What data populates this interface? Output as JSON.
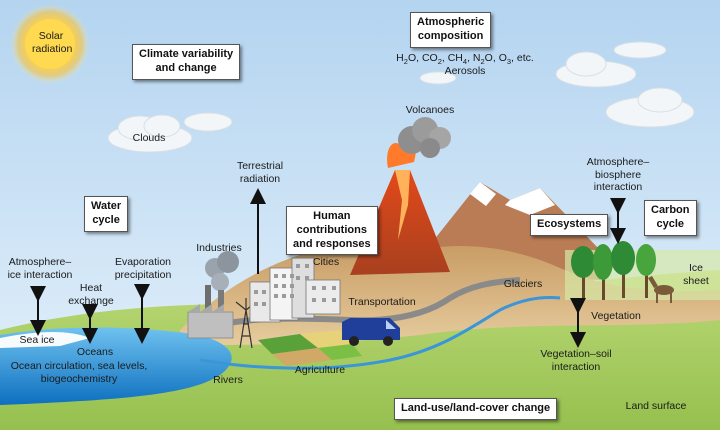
{
  "labels": {
    "solar_radiation": "Solar\nradiation",
    "clouds": "Clouds",
    "volcanoes": "Volcanoes",
    "terrestrial_radiation": "Terrestrial\nradiation",
    "industries": "Industries",
    "cities": "Cities",
    "transportation": "Transportation",
    "glaciers": "Glaciers",
    "ice_sheet": "Ice\nsheet",
    "atmosphere_ice": "Atmosphere–\nice interaction",
    "heat_exchange": "Heat\nexchange",
    "evaporation": "Evaporation\nprecipitation",
    "sea_ice": "Sea ice",
    "oceans": "Oceans",
    "ocean_circulation": "Ocean circulation, sea levels,\nbiogeochemistry",
    "rivers": "Rivers",
    "agriculture": "Agriculture",
    "atmosphere_biosphere": "Atmosphere–\nbiosphere\ninteraction",
    "vegetation": "Vegetation",
    "vegetation_soil": "Vegetation–soil\ninteraction",
    "land_surface": "Land surface"
  },
  "boxes": {
    "climate_variability": "Climate variability\nand change",
    "atmospheric_composition": "Atmospheric\ncomposition",
    "water_cycle": "Water\ncycle",
    "human_contributions": "Human\ncontributions\nand responses",
    "ecosystems": "Ecosystems",
    "carbon_cycle": "Carbon\ncycle",
    "land_use": "Land-use/land-cover change"
  },
  "composition": {
    "gases": [
      {
        "base": "H",
        "sub": "2",
        "rest": "O"
      },
      {
        "base": "CO",
        "sub": "2",
        "rest": ""
      },
      {
        "base": "CH",
        "sub": "4",
        "rest": ""
      },
      {
        "base": "N",
        "sub": "2",
        "rest": "O"
      },
      {
        "base": "O",
        "sub": "3",
        "rest": ""
      }
    ],
    "etc": "etc.",
    "aerosols": "Aerosols"
  },
  "colors": {
    "sky_top": "#b9d8f2",
    "sky_bottom": "#e3f0fa",
    "hill": "#d9b98a",
    "grass": "#a9cd62",
    "ocean": "#1e8fd6",
    "lava": "#e8531b",
    "road": "#8b8b8b",
    "van": "#1f3f9a"
  },
  "icons": [
    "sun-icon",
    "cloud-icon",
    "volcano-icon",
    "factory-icon",
    "windmill-icon",
    "city-icon",
    "van-icon",
    "tree-icon",
    "deer-icon",
    "mountain-icon"
  ]
}
